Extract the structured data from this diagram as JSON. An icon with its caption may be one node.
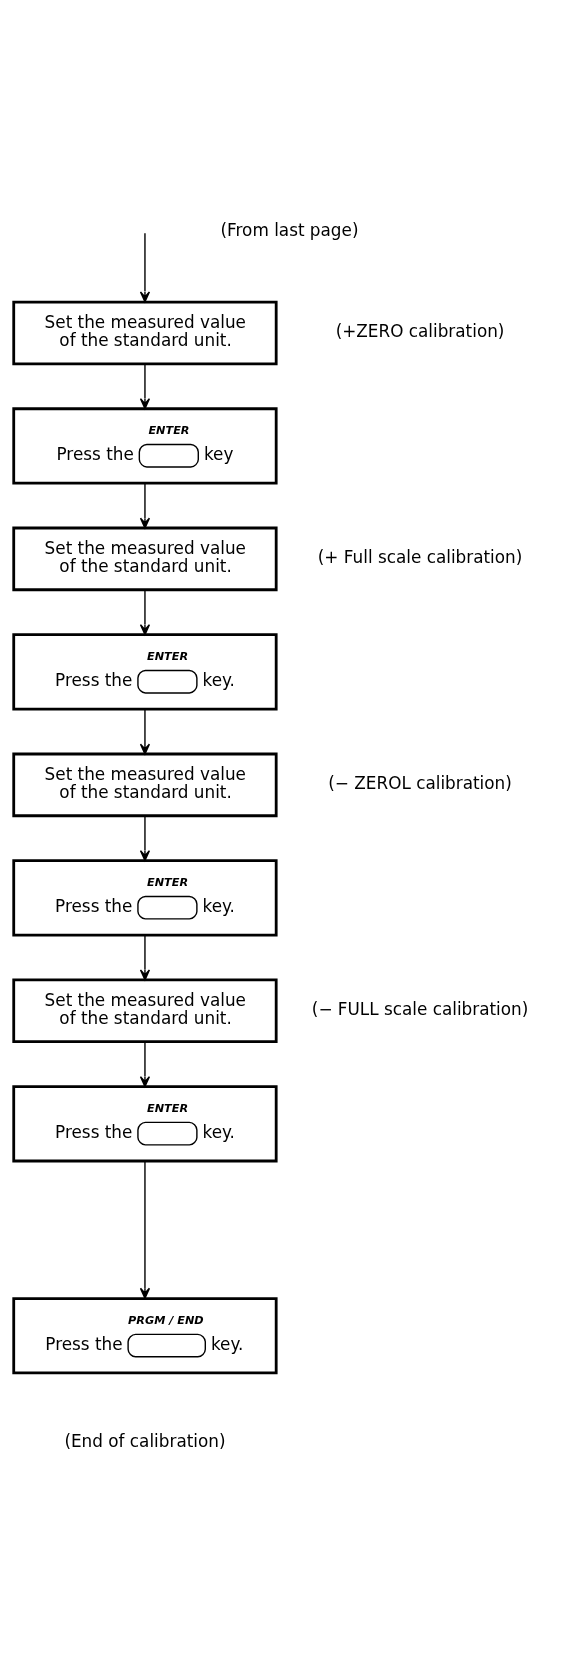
{
  "diagram": {
    "nodes": [
      {
        "text": [
          "Set the measured value of the standard unit."
        ],
        "beside": [
          "(+ZERO calibration)"
        ]
      },
      {
        "text": [
          "Press the",
          "ENTER",
          "key"
        ]
      },
      {
        "text": [
          "Set the measured value of the standard unit."
        ],
        "beside": [
          "(+ Full scale calibration)"
        ]
      },
      {
        "text": [
          "Press the",
          "ENTER",
          "key."
        ]
      },
      {
        "text": [
          "Set the measured value of the standard unit."
        ],
        "beside": [
          "(− ZEROL calibration)"
        ]
      },
      {
        "text": [
          "Press the",
          "ENTER",
          "key."
        ]
      },
      {
        "text": [
          "Set the measured value of the standard unit."
        ],
        "beside": [
          "(− FULL scale calibration)"
        ]
      },
      {
        "text": [
          "Press the",
          "ENTER",
          "key."
        ]
      },
      {
        "text": [
          "Press the",
          "PRGM / END",
          "key."
        ]
      }
    ],
    "edges": [
      {
        "from": null,
        "to": 0,
        "arrow": "to"
      },
      {
        "from": 0,
        "to": 1,
        "arrow": "to"
      },
      {
        "from": 1,
        "to": 2,
        "arrow": "to"
      },
      {
        "from": 2,
        "to": 3,
        "arrow": "to"
      },
      {
        "from": 3,
        "to": 4,
        "arrow": "to"
      },
      {
        "from": 4,
        "to": 5,
        "arrow": "to"
      },
      {
        "from": 5,
        "to": 6,
        "arrow": "to"
      },
      {
        "from": 6,
        "to": 7,
        "arrow": "to"
      },
      {
        "from": 7,
        "to": 8,
        "arrow": "to"
      }
    ],
    "labels": [
      "(From last page)",
      "(End of calibration)"
    ]
  }
}
